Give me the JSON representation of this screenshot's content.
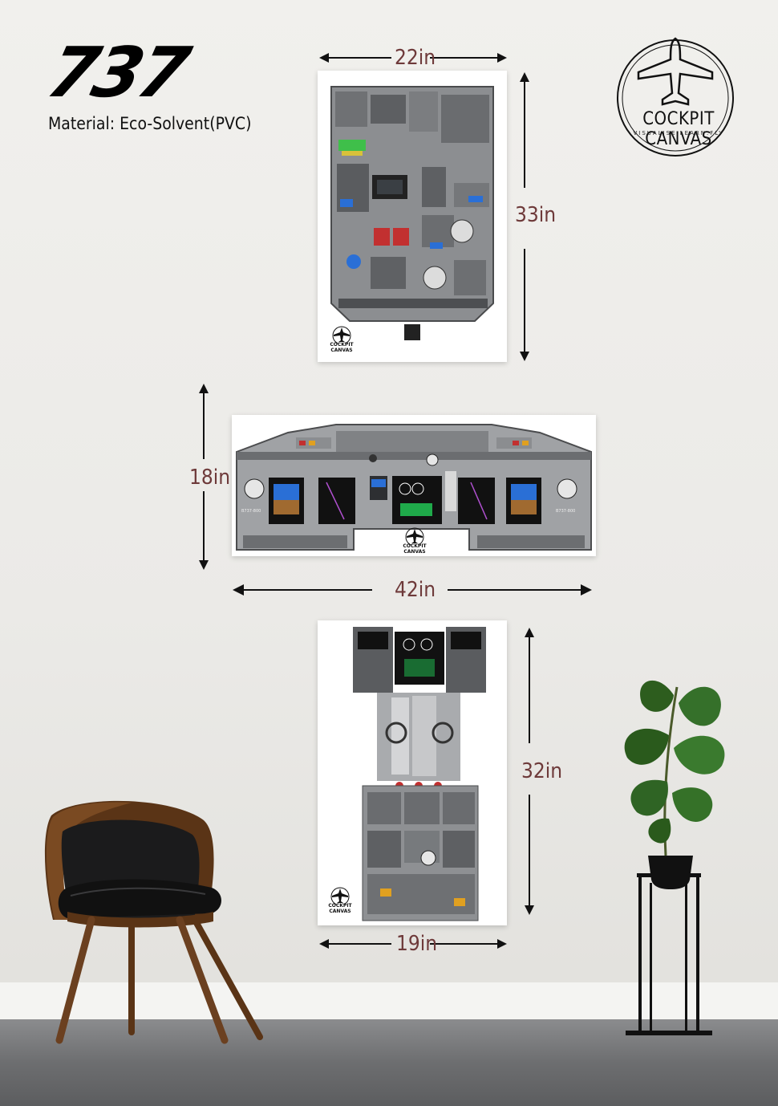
{
  "brand": {
    "model": "737",
    "material": "Material: Eco-Solvent(PVC)"
  },
  "logo": {
    "name": "COCKPIT CANVAS",
    "tagline": "VISUALISE.LEARN.FLY",
    "icon": "airplane-icon"
  },
  "panels": {
    "overhead": {
      "width_label": "22in",
      "height_label": "33in",
      "logo_text": "COCKPIT CANVAS"
    },
    "main": {
      "width_label": "42in",
      "height_label": "18in",
      "logo_text": "COCKPIT CANVAS",
      "plate_left": "B737-800",
      "plate_right": "B737-800"
    },
    "pedestal": {
      "width_label": "19in",
      "height_label": "32in",
      "logo_text": "COCKPIT CANVAS"
    }
  },
  "colors": {
    "dimension": "#6e3a3a",
    "panel_gray": "#8a8c8f",
    "display_blue": "#2a6fd6",
    "display_green": "#1faa4a",
    "annunciator_amber": "#e0a020"
  }
}
